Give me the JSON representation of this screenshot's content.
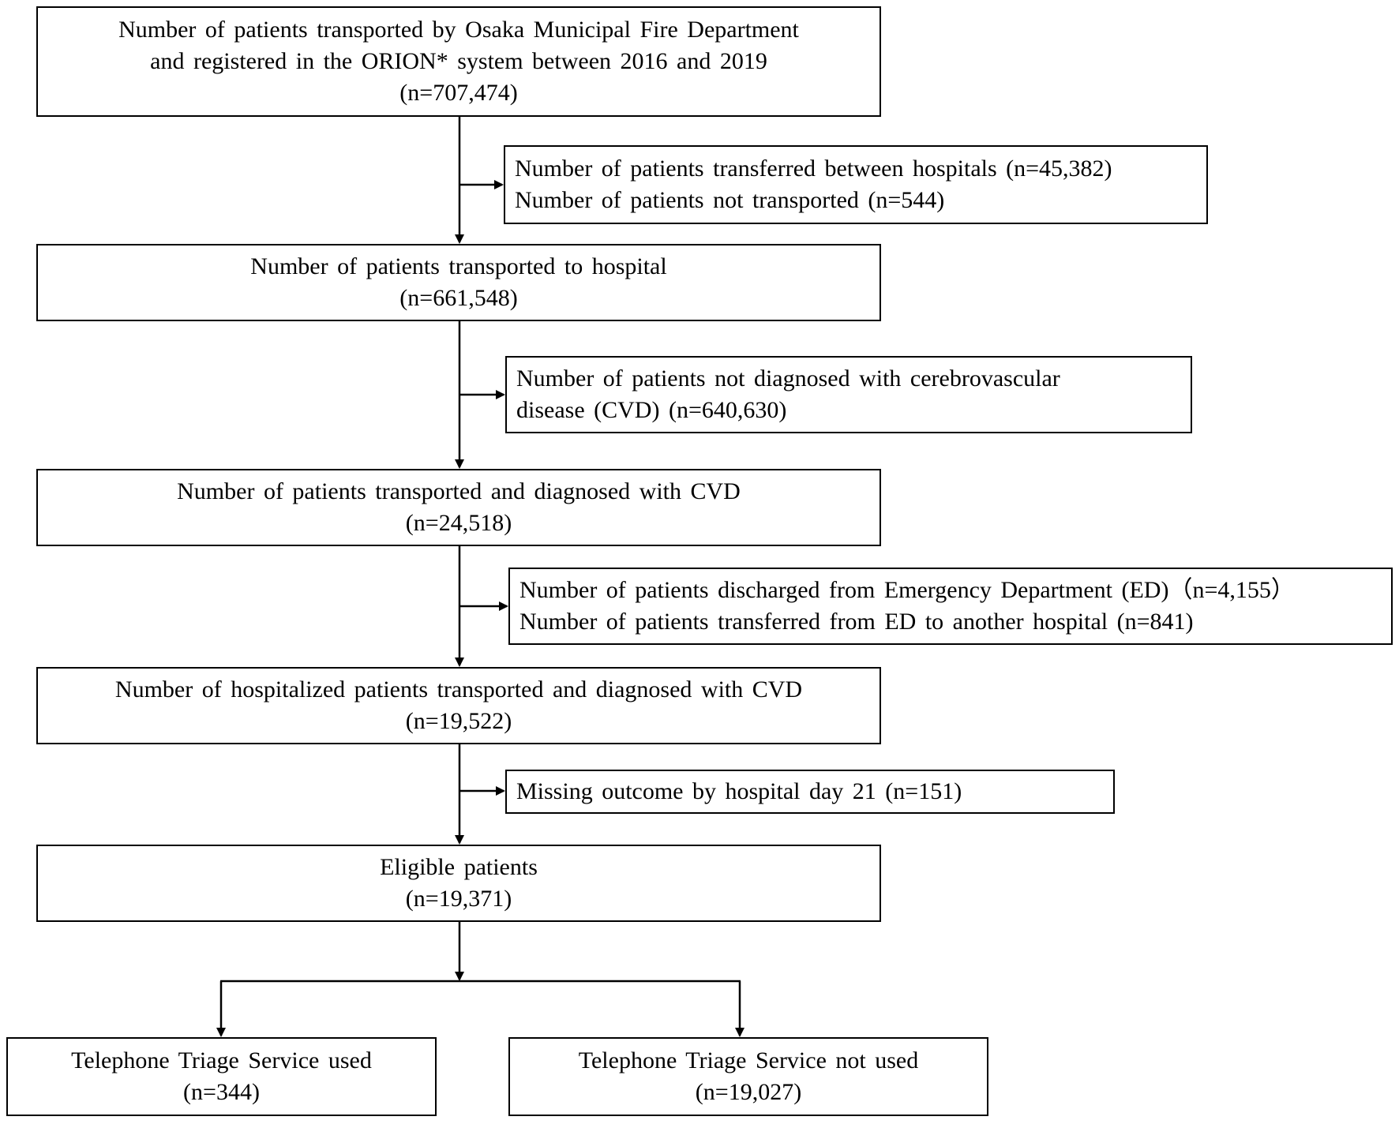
{
  "boxes": {
    "b1": {
      "lines": [
        "Number of patients transported by Osaka Municipal Fire Department",
        "and registered in the ORION* system between 2016 and 2019",
        "(n=707,474)"
      ]
    },
    "e1": {
      "lines": [
        "Number of patients transferred between hospitals (n=45,382)",
        "Number of patients not transported (n=544)"
      ]
    },
    "b2": {
      "lines": [
        "Number of patients transported to hospital",
        "(n=661,548)"
      ]
    },
    "e2": {
      "lines": [
        "Number of patients not diagnosed with cerebrovascular",
        "disease (CVD) (n=640,630)"
      ]
    },
    "b3": {
      "lines": [
        "Number of patients transported and diagnosed with CVD",
        "(n=24,518)"
      ]
    },
    "e3": {
      "lines": [
        "Number of patients discharged from Emergency Department (ED)（n=4,155）",
        "Number of patients transferred from ED to another hospital (n=841)"
      ]
    },
    "b4": {
      "lines": [
        "Number of hospitalized patients transported and diagnosed with CVD",
        "(n=19,522)"
      ]
    },
    "e4": {
      "lines": [
        "Missing outcome by hospital day 21 (n=151)"
      ]
    },
    "b5": {
      "lines": [
        "Eligible patients",
        "(n=19,371)"
      ]
    },
    "g1": {
      "lines": [
        "Telephone Triage Service used",
        "(n=344)"
      ]
    },
    "g2": {
      "lines": [
        "Telephone Triage Service not used",
        "(n=19,027)"
      ]
    }
  }
}
